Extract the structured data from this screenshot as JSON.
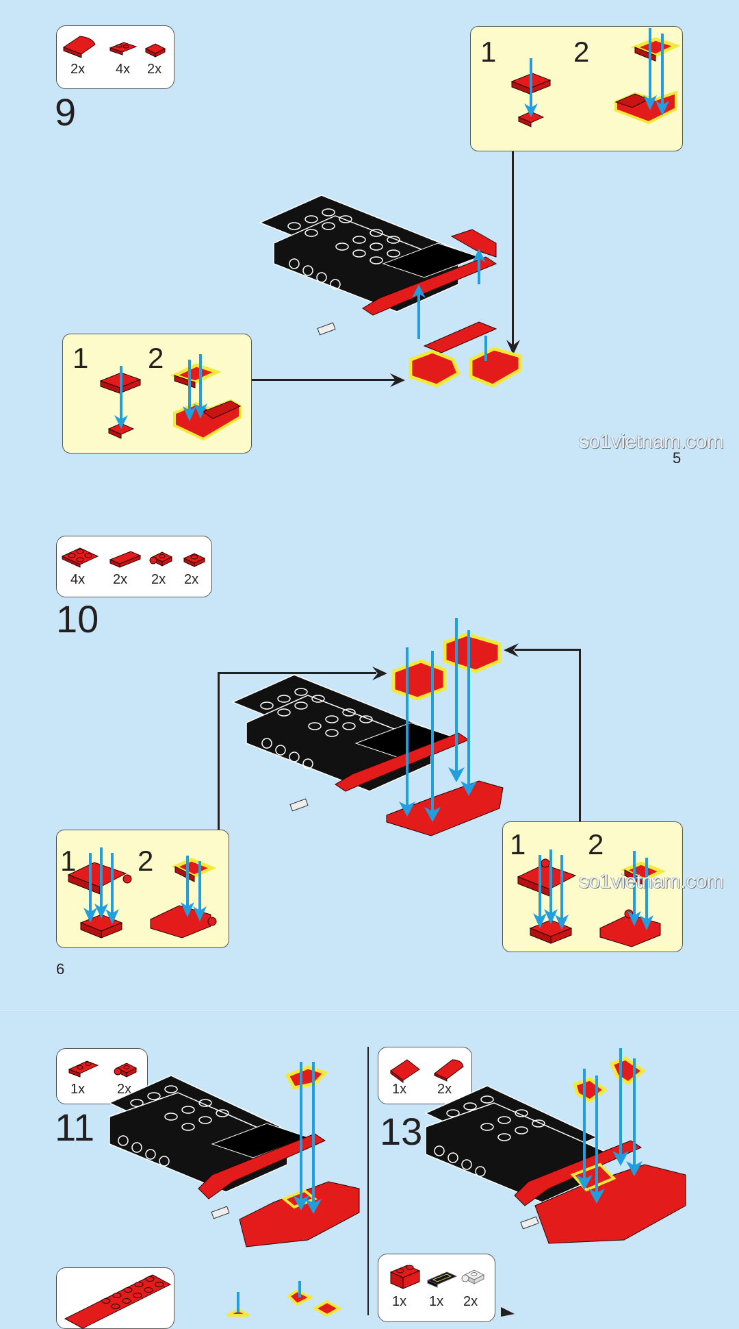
{
  "document": {
    "type": "building-instructions",
    "colors": {
      "background": "#c9e6f8",
      "callout": "#fdfbc9",
      "brick_red": "#e31b1b",
      "brick_black": "#111111",
      "arrow_blue": "#1f9ee0",
      "highlight_yellow": "#f2ea3a"
    }
  },
  "pages": [
    {
      "page_number": "5",
      "watermark": "so1vietnam.com",
      "steps": [
        {
          "number": "9",
          "parts": [
            {
              "icon": "red-curved-slope-2x2-icon",
              "qty": "2x"
            },
            {
              "icon": "red-plate-with-clips-icon",
              "qty": "4x"
            },
            {
              "icon": "red-tile-1x1-icon",
              "qty": "2x"
            }
          ],
          "subassemblies": [
            {
              "position": "top-right",
              "substeps": [
                "1",
                "2"
              ]
            },
            {
              "position": "bottom-left",
              "substeps": [
                "1",
                "2"
              ]
            }
          ]
        }
      ]
    },
    {
      "page_number": "6",
      "watermark": "so1vietnam.com",
      "steps": [
        {
          "number": "10",
          "parts": [
            {
              "icon": "red-plate-2x2-icon",
              "qty": "4x"
            },
            {
              "icon": "red-tile-1x2-icon",
              "qty": "2x"
            },
            {
              "icon": "red-plate-with-side-stud-icon",
              "qty": "2x"
            },
            {
              "icon": "red-plate-1x1-icon",
              "qty": "2x"
            }
          ],
          "subassemblies": [
            {
              "position": "bottom-left",
              "substeps": [
                "1",
                "2"
              ]
            },
            {
              "position": "bottom-right",
              "substeps": [
                "1",
                "2"
              ]
            }
          ]
        }
      ]
    },
    {
      "steps": [
        {
          "number": "11",
          "parts": [
            {
              "icon": "red-plate-1x2-icon",
              "qty": "1x"
            },
            {
              "icon": "red-plate-with-side-stud-icon",
              "qty": "2x"
            }
          ]
        },
        {
          "number": "13",
          "parts": [
            {
              "icon": "red-slope-tile-icon",
              "qty": "1x"
            },
            {
              "icon": "red-curved-slope-icon",
              "qty": "2x"
            }
          ]
        },
        {
          "number": "",
          "parts": [
            {
              "icon": "red-plate-2x8-icon",
              "qty": ""
            }
          ]
        },
        {
          "number": "",
          "parts": [
            {
              "icon": "red-brick-1x2-icon",
              "qty": "1x"
            },
            {
              "icon": "black-license-plate-tile-icon",
              "qty": "1x"
            },
            {
              "icon": "clear-plate-with-side-stud-icon",
              "qty": "2x"
            }
          ]
        }
      ]
    }
  ]
}
